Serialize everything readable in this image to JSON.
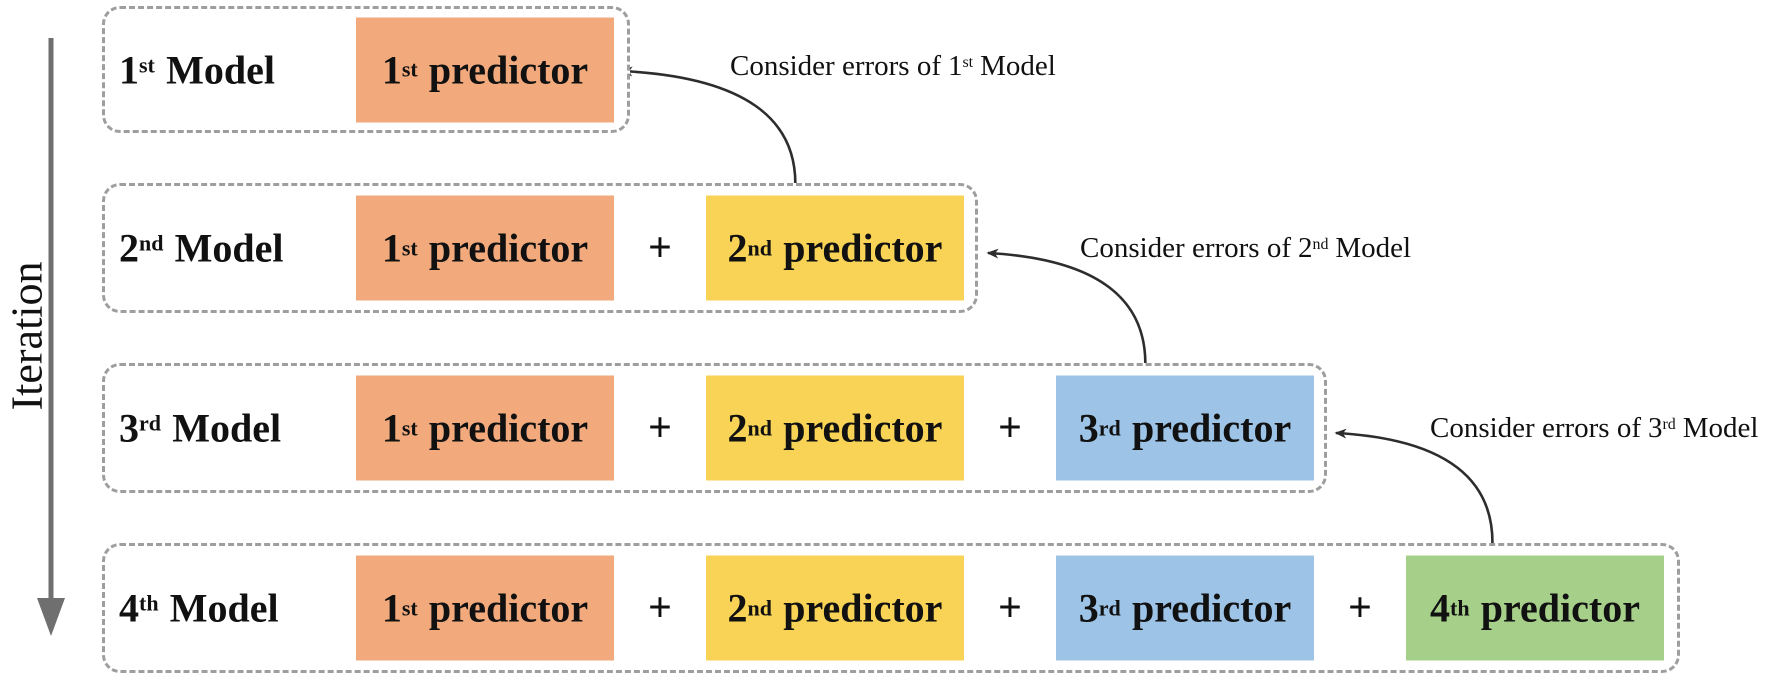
{
  "axis": {
    "label": "Iteration"
  },
  "plus_sign": "+",
  "rows": [
    {
      "model": {
        "num": "1",
        "suffix": "st",
        "word": "Model"
      },
      "predictors": [
        {
          "num": "1",
          "suffix": "st",
          "word": "predictor",
          "color": "#F2AA7D"
        }
      ]
    },
    {
      "model": {
        "num": "2",
        "suffix": "nd",
        "word": "Model"
      },
      "predictors": [
        {
          "num": "1",
          "suffix": "st",
          "word": "predictor",
          "color": "#F2AA7D"
        },
        {
          "num": "2",
          "suffix": "nd",
          "word": "predictor",
          "color": "#F8D355"
        }
      ]
    },
    {
      "model": {
        "num": "3",
        "suffix": "rd",
        "word": "Model"
      },
      "predictors": [
        {
          "num": "1",
          "suffix": "st",
          "word": "predictor",
          "color": "#F2AA7D"
        },
        {
          "num": "2",
          "suffix": "nd",
          "word": "predictor",
          "color": "#F8D355"
        },
        {
          "num": "3",
          "suffix": "rd",
          "word": "predictor",
          "color": "#9DC3E6"
        }
      ]
    },
    {
      "model": {
        "num": "4",
        "suffix": "th",
        "word": "Model"
      },
      "predictors": [
        {
          "num": "1",
          "suffix": "st",
          "word": "predictor",
          "color": "#F2AA7D"
        },
        {
          "num": "2",
          "suffix": "nd",
          "word": "predictor",
          "color": "#F8D355"
        },
        {
          "num": "3",
          "suffix": "rd",
          "word": "predictor",
          "color": "#9DC3E6"
        },
        {
          "num": "4",
          "suffix": "th",
          "word": "predictor",
          "color": "#A6D08A"
        }
      ]
    }
  ],
  "annotations": [
    {
      "prefix": "Consider errors of",
      "num": "1",
      "suffix": "st",
      "tail": "Model"
    },
    {
      "prefix": "Consider errors of",
      "num": "2",
      "suffix": "nd",
      "tail": "Model"
    },
    {
      "prefix": "Consider errors of",
      "num": "3",
      "suffix": "rd",
      "tail": "Model"
    }
  ],
  "colors": {
    "predictor_1": "#F2AA7D",
    "predictor_2": "#F8D355",
    "predictor_3": "#9DC3E6",
    "predictor_4": "#A6D08A",
    "row_dashed_border": "#9e9e9e",
    "curve_arrow": "#2d2d2d",
    "iteration_arrow": "#6f6f6f",
    "text": "#111111"
  }
}
